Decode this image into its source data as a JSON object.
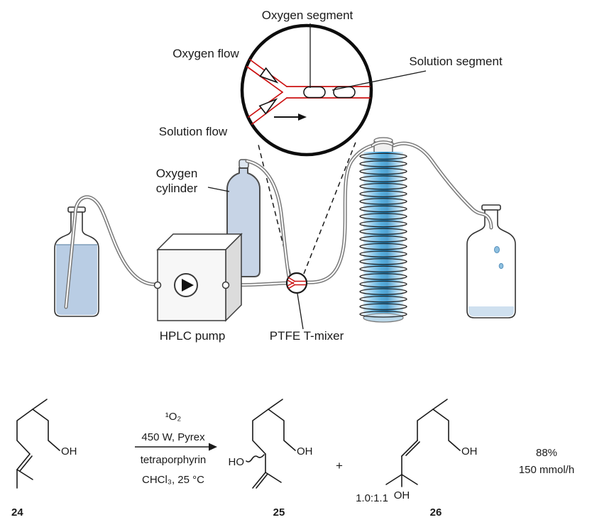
{
  "inset": {
    "oxygen_segment_label": "Oxygen segment",
    "oxygen_flow_label": "Oxygen flow",
    "solution_segment_label": "Solution segment",
    "solution_flow_label": "Solution flow"
  },
  "apparatus": {
    "oxygen_cylinder_label_line1": "Oxygen",
    "oxygen_cylinder_label_line2": "cylinder",
    "hplc_pump_label": "HPLC pump",
    "t_mixer_label": "PTFE T-mixer"
  },
  "scheme": {
    "reagent": "¹O₂",
    "condition_above_arrow": "450 W, Pyrex",
    "condition_below_arrow_1": "tetraporphyrin",
    "condition_below_arrow_2": "CHCl₃, 25 °C",
    "plus_sign": "+",
    "ratio": "1.0:1.1",
    "yield": "88%",
    "throughput": "150 mmol/h",
    "labels": {
      "oh": "OH",
      "ho": "HO"
    },
    "compounds": {
      "c24": "24",
      "c25": "25",
      "c26": "26"
    }
  },
  "colors": {
    "channel_red": "#cc1111",
    "liquid_blue": "#b9cde4",
    "coil_blue": "#2795d2",
    "tube_gray": "#7a7a7a"
  }
}
